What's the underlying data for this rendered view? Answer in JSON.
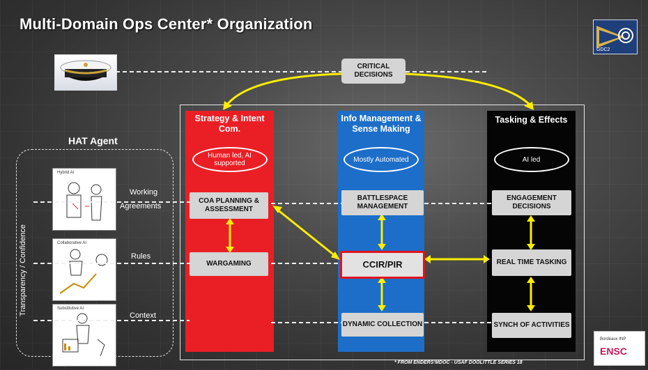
{
  "title": "Multi-Domain Ops Center* Organization",
  "logos": {
    "top_right_label": "GDC2",
    "bottom_right_line1": "Bordeaux INP",
    "bottom_right_line2": "ENSC"
  },
  "hat": {
    "title": "HAT Agent",
    "side_label": "Transparency / Confidence",
    "illustrations": [
      "Hybrid AI",
      "Collaborative AI",
      "Substitutive AI"
    ],
    "tags": [
      "Working",
      "Agreements",
      "Rules",
      "Context"
    ]
  },
  "critical_decisions": "CRITICAL DECISIONS",
  "columns": [
    {
      "header": "Strategy & Intent Com.",
      "oval": "Human led, AI supported",
      "boxes": [
        "COA PLANNING & ASSESSMENT",
        "WARGAMING"
      ]
    },
    {
      "header": "Info Management & Sense Making",
      "oval": "Mostly Automated",
      "boxes": [
        "BATTLESPACE MANAGEMENT",
        "CCIR/PIR",
        "DYNAMIC COLLECTION"
      ]
    },
    {
      "header": "Tasking & Effects",
      "oval": "AI led",
      "boxes": [
        "ENGAGEMENT DECISIONS",
        "REAL TIME TASKING",
        "SYNCH OF ACTIVITIES"
      ]
    }
  ],
  "footnote": "* FROM ENDERS'MDOC - USAF DOOLITTLE SERIES 18",
  "colors": {
    "strategy": "#ea1f25",
    "info": "#1d6ec8",
    "tasking": "#050505",
    "arrow": "#ffee00"
  }
}
